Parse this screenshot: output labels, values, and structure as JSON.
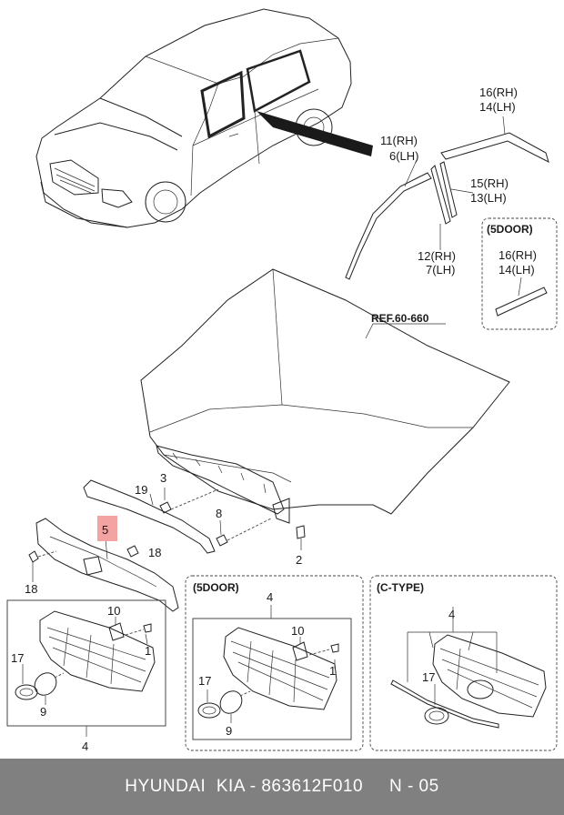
{
  "labels": {
    "c16rh": "16(RH)",
    "c14lh": "14(LH)",
    "c11rh": "11(RH)",
    "c6lh": "6(LH)",
    "c15rh": "15(RH)",
    "c13lh": "13(LH)",
    "c12rh": "12(RH)",
    "c7lh": "7(LH)",
    "door_title_top": "(5DOOR)",
    "d16rh": "16(RH)",
    "d14lh": "14(LH)",
    "ref": "REF.60-660",
    "n19": "19",
    "n3": "3",
    "n8": "8",
    "n2": "2",
    "n5": "5",
    "n18a": "18",
    "n18b": "18",
    "l10": "10",
    "l1": "1",
    "l17": "17",
    "l9": "9",
    "l4": "4",
    "door_title_mid": "(5DOOR)",
    "m4": "4",
    "m10": "10",
    "m1": "1",
    "m17": "17",
    "m9": "9",
    "ctype_title": "(C-TYPE)",
    "r4": "4",
    "r17": "17"
  },
  "footer": {
    "brand": "HYUNDAI  KIA - 863612F010",
    "page": "N - 05"
  },
  "colors": {
    "highlight": "#f4a3a3",
    "footer_bg": "#808080"
  }
}
